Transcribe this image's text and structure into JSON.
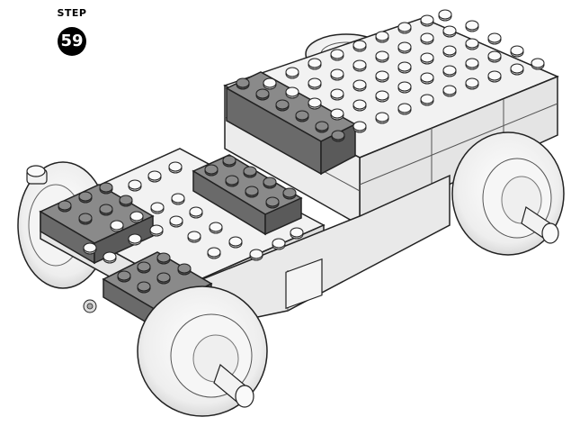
{
  "step": {
    "label": "STEP",
    "number": "59"
  },
  "illustration": {
    "subject": "lego-car-chassis",
    "colors": {
      "light_brick": "#f2f2f2",
      "dark_brick": "#7c7c7c",
      "outline": "#222222"
    }
  }
}
